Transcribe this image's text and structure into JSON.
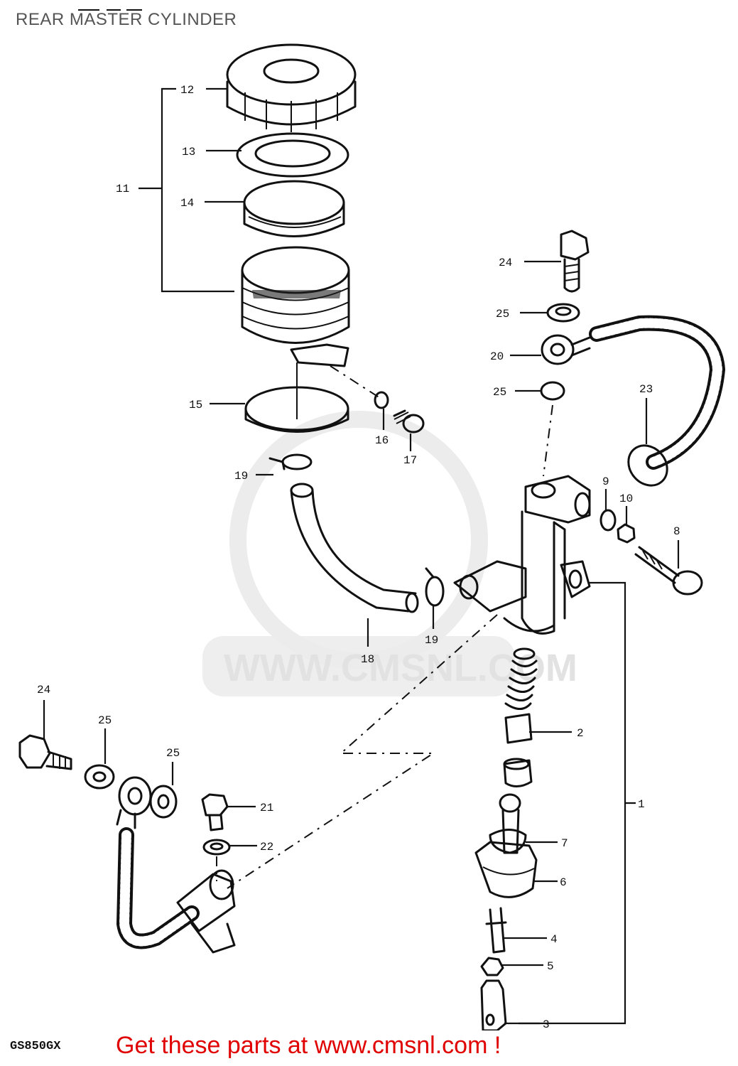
{
  "page": {
    "title": "REAR MASTER CYLINDER",
    "model_code": "GS850GX",
    "promo": "Get these parts at www.cmsnl.com !",
    "watermark": "WWW.CMSNL.COM"
  },
  "callouts": [
    {
      "id": "c1",
      "text": "1"
    },
    {
      "id": "c2",
      "text": "2"
    },
    {
      "id": "c3",
      "text": "3"
    },
    {
      "id": "c4",
      "text": "4"
    },
    {
      "id": "c5",
      "text": "5"
    },
    {
      "id": "c6",
      "text": "6"
    },
    {
      "id": "c7",
      "text": "7"
    },
    {
      "id": "c8",
      "text": "8"
    },
    {
      "id": "c9",
      "text": "9"
    },
    {
      "id": "c10",
      "text": "10"
    },
    {
      "id": "c11",
      "text": "11"
    },
    {
      "id": "c12",
      "text": "12"
    },
    {
      "id": "c13",
      "text": "13"
    },
    {
      "id": "c14",
      "text": "14"
    },
    {
      "id": "c15",
      "text": "15"
    },
    {
      "id": "c16",
      "text": "16"
    },
    {
      "id": "c17",
      "text": "17"
    },
    {
      "id": "c18",
      "text": "18"
    },
    {
      "id": "c19a",
      "text": "19"
    },
    {
      "id": "c19b",
      "text": "19"
    },
    {
      "id": "c20",
      "text": "20"
    },
    {
      "id": "c21",
      "text": "21"
    },
    {
      "id": "c22",
      "text": "22"
    },
    {
      "id": "c23",
      "text": "23"
    },
    {
      "id": "c24a",
      "text": "24"
    },
    {
      "id": "c24b",
      "text": "24"
    },
    {
      "id": "c25a",
      "text": "25"
    },
    {
      "id": "c25b",
      "text": "25"
    },
    {
      "id": "c25c",
      "text": "25"
    },
    {
      "id": "c25d",
      "text": "25"
    }
  ]
}
